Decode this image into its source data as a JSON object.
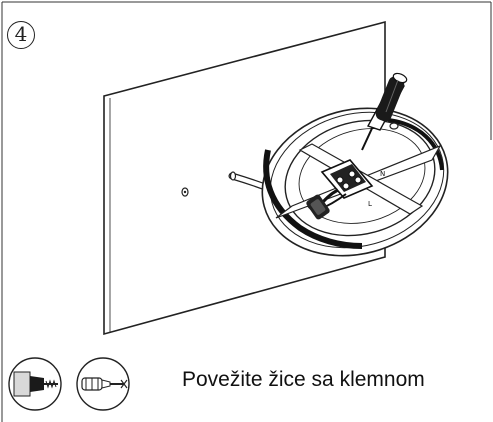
{
  "step": {
    "number": "4"
  },
  "caption": {
    "text": "Povežite žice sa klemnom"
  },
  "terminal": {
    "neutral_label": "N",
    "live_label": "L"
  },
  "icons": {
    "tool_1": "wall-anchor-screw-icon",
    "tool_2": "screwdriver-icon"
  }
}
